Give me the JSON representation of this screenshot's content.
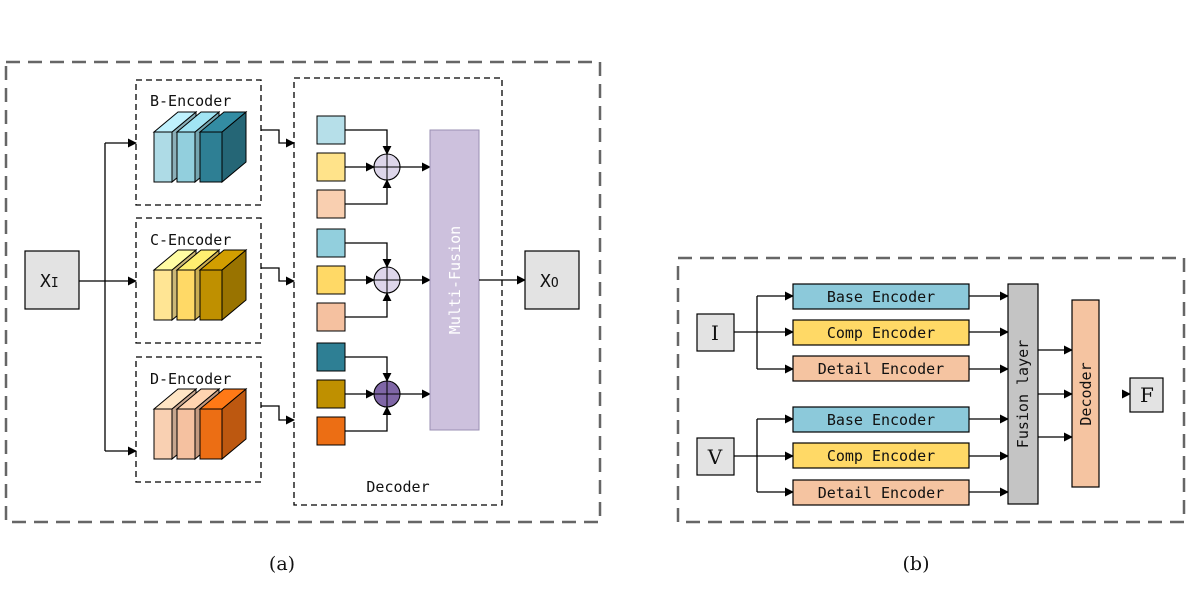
{
  "panel_a": {
    "caption": "(a)",
    "input_label": "X",
    "input_sub": "I",
    "output_label": "X",
    "output_sub": "O",
    "encoders": [
      "B-Encoder",
      "C-Encoder",
      "D-Encoder"
    ],
    "decoder_label": "Decoder",
    "fusion_label": "Multi-Fusion",
    "colors": {
      "blue": [
        "#aedbe6",
        "#92cfdd",
        "#2e7f94"
      ],
      "yellow": [
        "#ffe594",
        "#ffd966",
        "#bf9000"
      ],
      "orange": [
        "#f9d0b2",
        "#f5c1a0",
        "#ec6e14"
      ],
      "fusion": "#cdc1dd",
      "oplus_light": "#ddd6ea",
      "oplus_dark": "#7f66a6"
    }
  },
  "panel_b": {
    "caption": "(b)",
    "input_i": "I",
    "input_v": "V",
    "output": "F",
    "encoders": [
      "Base Encoder",
      "Comp Encoder",
      "Detail Encoder"
    ],
    "fusion_label": "Fusion layer",
    "decoder_label": "Decoder",
    "colors": {
      "base": "#8cc9da",
      "comp": "#ffd966",
      "detail": "#f5c4a1",
      "fusion": "#c4c4c4",
      "decoder": "#f5c4a1",
      "io": "#e3e3e3"
    }
  }
}
